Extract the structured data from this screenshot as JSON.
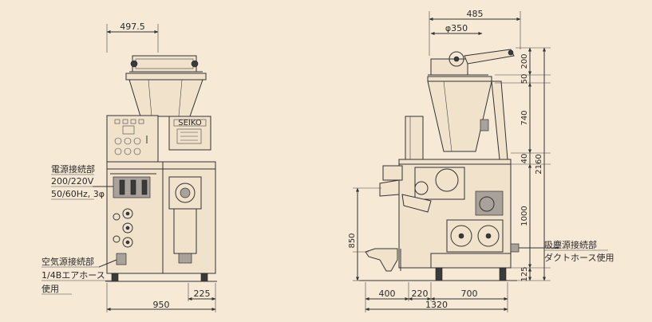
{
  "front_view": {
    "dims": {
      "top_width": "497.5",
      "base_width": "950",
      "right_offset": "225"
    },
    "notes": {
      "power": [
        "電源接続部",
        "200/220V",
        "50/60Hz, 3φ"
      ],
      "air": [
        "空気源接続部",
        "1/4Bエアホース",
        "使用"
      ]
    },
    "panel_label": "SEIKO"
  },
  "side_view": {
    "dims": {
      "top_width": "485",
      "diameter": "φ350",
      "h_200": "200",
      "h_50": "50",
      "h_740": "740",
      "h_40": "40",
      "h_2160": "2160",
      "h_1000": "1000",
      "h_850": "850",
      "h_125": "125",
      "w_400": "400",
      "w_220": "220",
      "w_700": "700",
      "w_1320": "1320"
    },
    "notes": {
      "dust": [
        "吸塵源接続部",
        "ダクトホース使用"
      ]
    }
  },
  "colors": {
    "background": "#f6e9d6",
    "line": "#333333"
  }
}
